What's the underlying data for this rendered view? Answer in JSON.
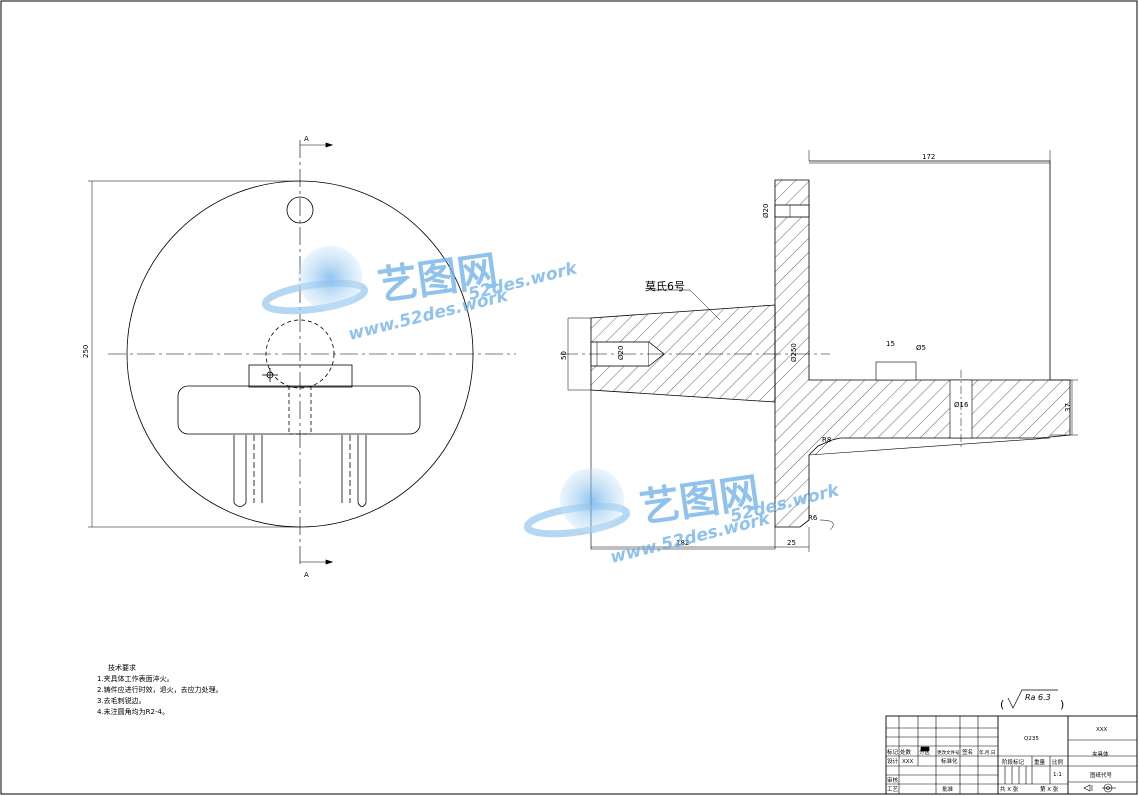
{
  "views": {
    "section_marker": "A",
    "front_dims": {
      "diameter_250": "250"
    },
    "section_labels": {
      "morse_taper": "莫氏6号",
      "dim_172": "172",
      "dim_phi20_top": "Ø20",
      "dim_50": "50",
      "dim_phi20_left": "Ø20",
      "dim_phi250": "Ø250",
      "dim_15": "15",
      "dim_phi5": "Ø5",
      "dim_phi16": "Ø16",
      "dim_37": "37",
      "dim_r8": "R8",
      "dim_r6": "R6",
      "dim_182": "182",
      "dim_25": "25"
    }
  },
  "roughness": {
    "value": "Ra 6.3"
  },
  "tech_notes": {
    "title": "技术要求",
    "items": [
      "1.夹具体工作表面淬火。",
      "2.铸件应进行时效，退火，去应力处理。",
      "3.去毛刺锐边。",
      "4.未注圆角均为R2-4。"
    ]
  },
  "title_block": {
    "material": "Q235",
    "org": "XXX",
    "part_name": "夹具体",
    "drawing_no_label": "图纸代号",
    "scale": "1:1",
    "row_mark": [
      "标记",
      "处数",
      "分区",
      "更改文件号",
      "签名",
      "年.月.日"
    ],
    "design": "设计",
    "designer": "XXX",
    "standardize": "标准化",
    "stage_mark": "阶段标记",
    "weight": "重量",
    "ratio": "比例",
    "review": "审核",
    "process": "工艺",
    "approve": "批准",
    "total_sheets": "共 X 张",
    "sheet_no": "第 X 张"
  },
  "watermark": {
    "brand": "艺图网",
    "url_main": "52des.work",
    "url_full": "www.52des.work"
  }
}
